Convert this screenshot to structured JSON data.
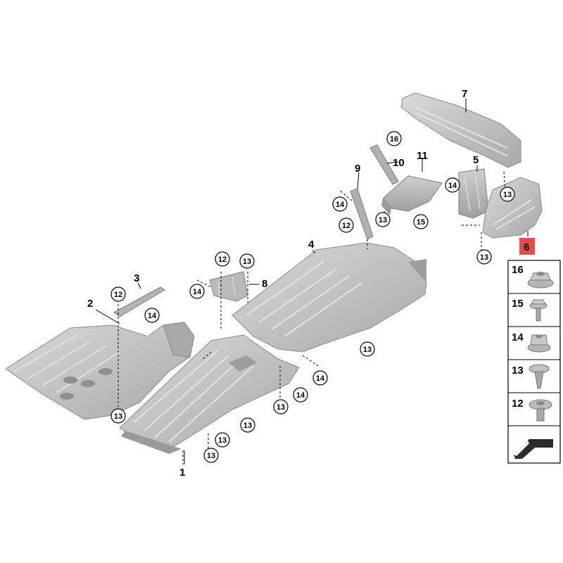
{
  "colors": {
    "part_fill": "#bcbcbc",
    "part_edge": "#8a8a8a",
    "part_light": "#d6d6d6",
    "part_dark": "#9a9a9a",
    "highlight": "#e84a4a"
  },
  "parts": {
    "p1": "1",
    "p2": "2",
    "p3": "3",
    "p4": "4",
    "p5": "5",
    "p6": "6",
    "p7": "7",
    "p8": "8",
    "p9": "9",
    "p10": "10",
    "p11": "11"
  },
  "callouts": {
    "c12": "12",
    "c13": "13",
    "c14": "14",
    "c15": "15",
    "c16": "16"
  },
  "legend": {
    "items": [
      "16",
      "15",
      "14",
      "13",
      "12"
    ]
  }
}
